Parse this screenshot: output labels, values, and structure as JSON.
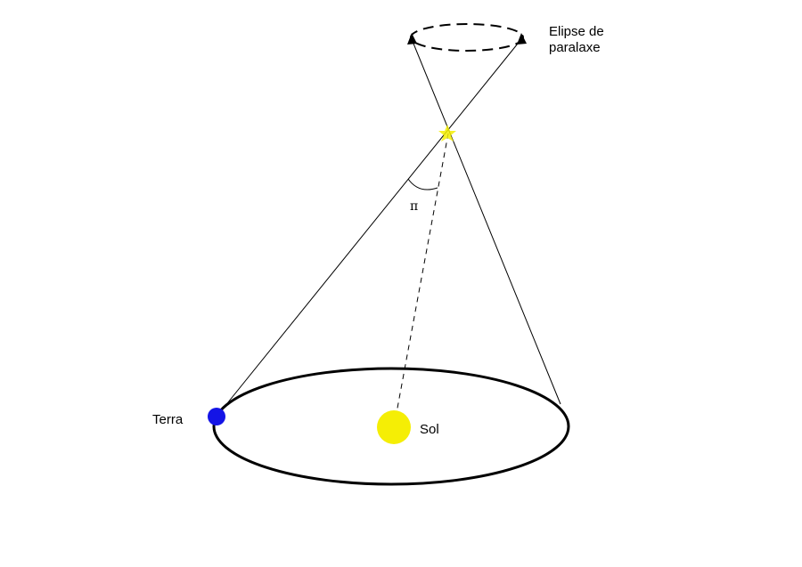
{
  "labels": {
    "parallax_ellipse_line1": "Elipse de",
    "parallax_ellipse_line2": "paralaxe",
    "angle": "π",
    "earth": "Terra",
    "sun": "Sol"
  },
  "colors": {
    "earth": "#1414e6",
    "sun": "#f5ee05",
    "star": "#f5ee05",
    "line": "#000000",
    "background": "#ffffff"
  }
}
